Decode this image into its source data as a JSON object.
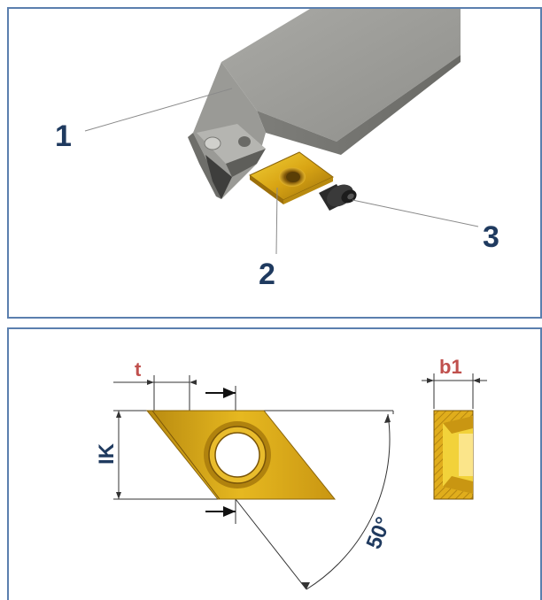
{
  "top_panel": {
    "callouts": [
      {
        "number": "1"
      },
      {
        "number": "2"
      },
      {
        "number": "3"
      }
    ]
  },
  "bottom_panel": {
    "dim_t": "t",
    "dim_b1": "b1",
    "dim_ik": "IK",
    "angle": "50°"
  },
  "colors": {
    "border": "#5b7fae",
    "callout_text": "#1f3a5f",
    "dimension_text": "#c0504d",
    "insert_gold": "#d4a017",
    "holder_gray": "#8c8c8c"
  }
}
